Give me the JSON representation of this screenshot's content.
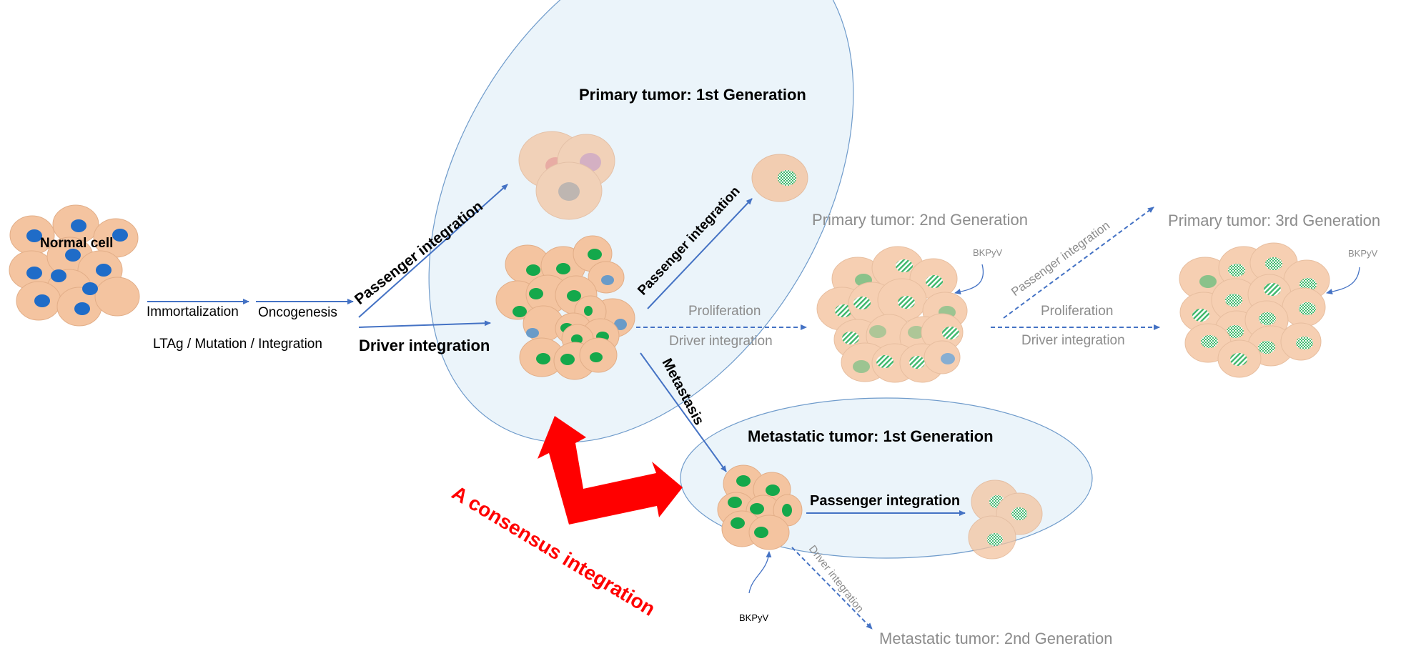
{
  "colors": {
    "arrow": "#4472C4",
    "ellipse_fill": "#EBF4FA",
    "ellipse_stroke": "#6F9BCB",
    "cell_fill": "#F4C4A0",
    "cell_stroke": "#E2AE88",
    "normal_nucleus": "#1F6CC8",
    "driver_nucleus": "#14A84B",
    "consensus_red": "#FF0000",
    "gray_text": "#8C8C8C",
    "black_text": "#000000"
  },
  "labels": {
    "normal_cell": "Normal cell",
    "immortalization": "Immortalization",
    "oncogenesis": "Oncogenesis",
    "ltag_mutation_integration": "LTAg / Mutation / Integration",
    "passenger_integration_main": "Passenger integration",
    "driver_integration_main": "Driver integration",
    "primary_gen1": "Primary tumor: 1st Generation",
    "passenger_integration_inner": "Passenger integration",
    "proliferation_1": "Proliferation",
    "driver_integration_1": "Driver integration",
    "primary_gen2": "Primary tumor: 2nd Generation",
    "bkpyv_1": "BKPyV",
    "passenger_integration_gen2": "Passenger integration",
    "proliferation_2": "Proliferation",
    "driver_integration_2": "Driver integration",
    "primary_gen3": "Primary tumor: 3rd Generation",
    "bkpyv_2": "BKPyV",
    "metastasis": "Metastasis",
    "metastatic_gen1": "Metastatic tumor: 1st Generation",
    "passenger_integration_meta": "Passenger integration",
    "driver_integration_meta": "Driver integration",
    "bkpyv_3": "BKPyV",
    "metastatic_gen2": "Metastatic tumor: 2nd Generation",
    "consensus_integration": "A consensus integration"
  }
}
